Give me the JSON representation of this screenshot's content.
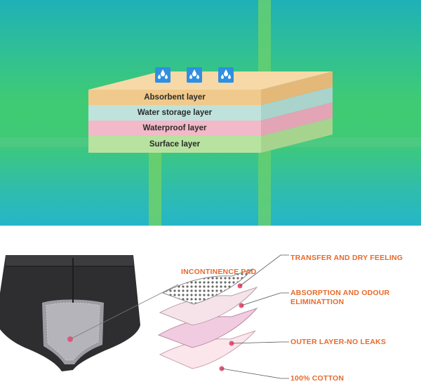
{
  "layer_stack": {
    "layers": [
      {
        "label": "Absorbent layer",
        "color": "#f0c98c"
      },
      {
        "label": "Water storage layer",
        "color": "#bfe3dc"
      },
      {
        "label": "Waterproof layer",
        "color": "#f2b9c8"
      },
      {
        "label": "Surface layer",
        "color": "#b8e2a0"
      }
    ],
    "drop_icons": [
      "water-drop-icon",
      "water-drop-icon",
      "water-drop-icon"
    ]
  },
  "product_diagram": {
    "pad_label": "INCONTINENCE PAD",
    "callouts": [
      "TRANSFER AND DRY FEELING",
      "ABSORPTION AND ODOUR ELIMINATTION",
      "OUTER LAYER-NO LEAKS",
      "100% COTTON"
    ],
    "accent_color": "#e8692a",
    "marker_color": "#e5557a"
  }
}
